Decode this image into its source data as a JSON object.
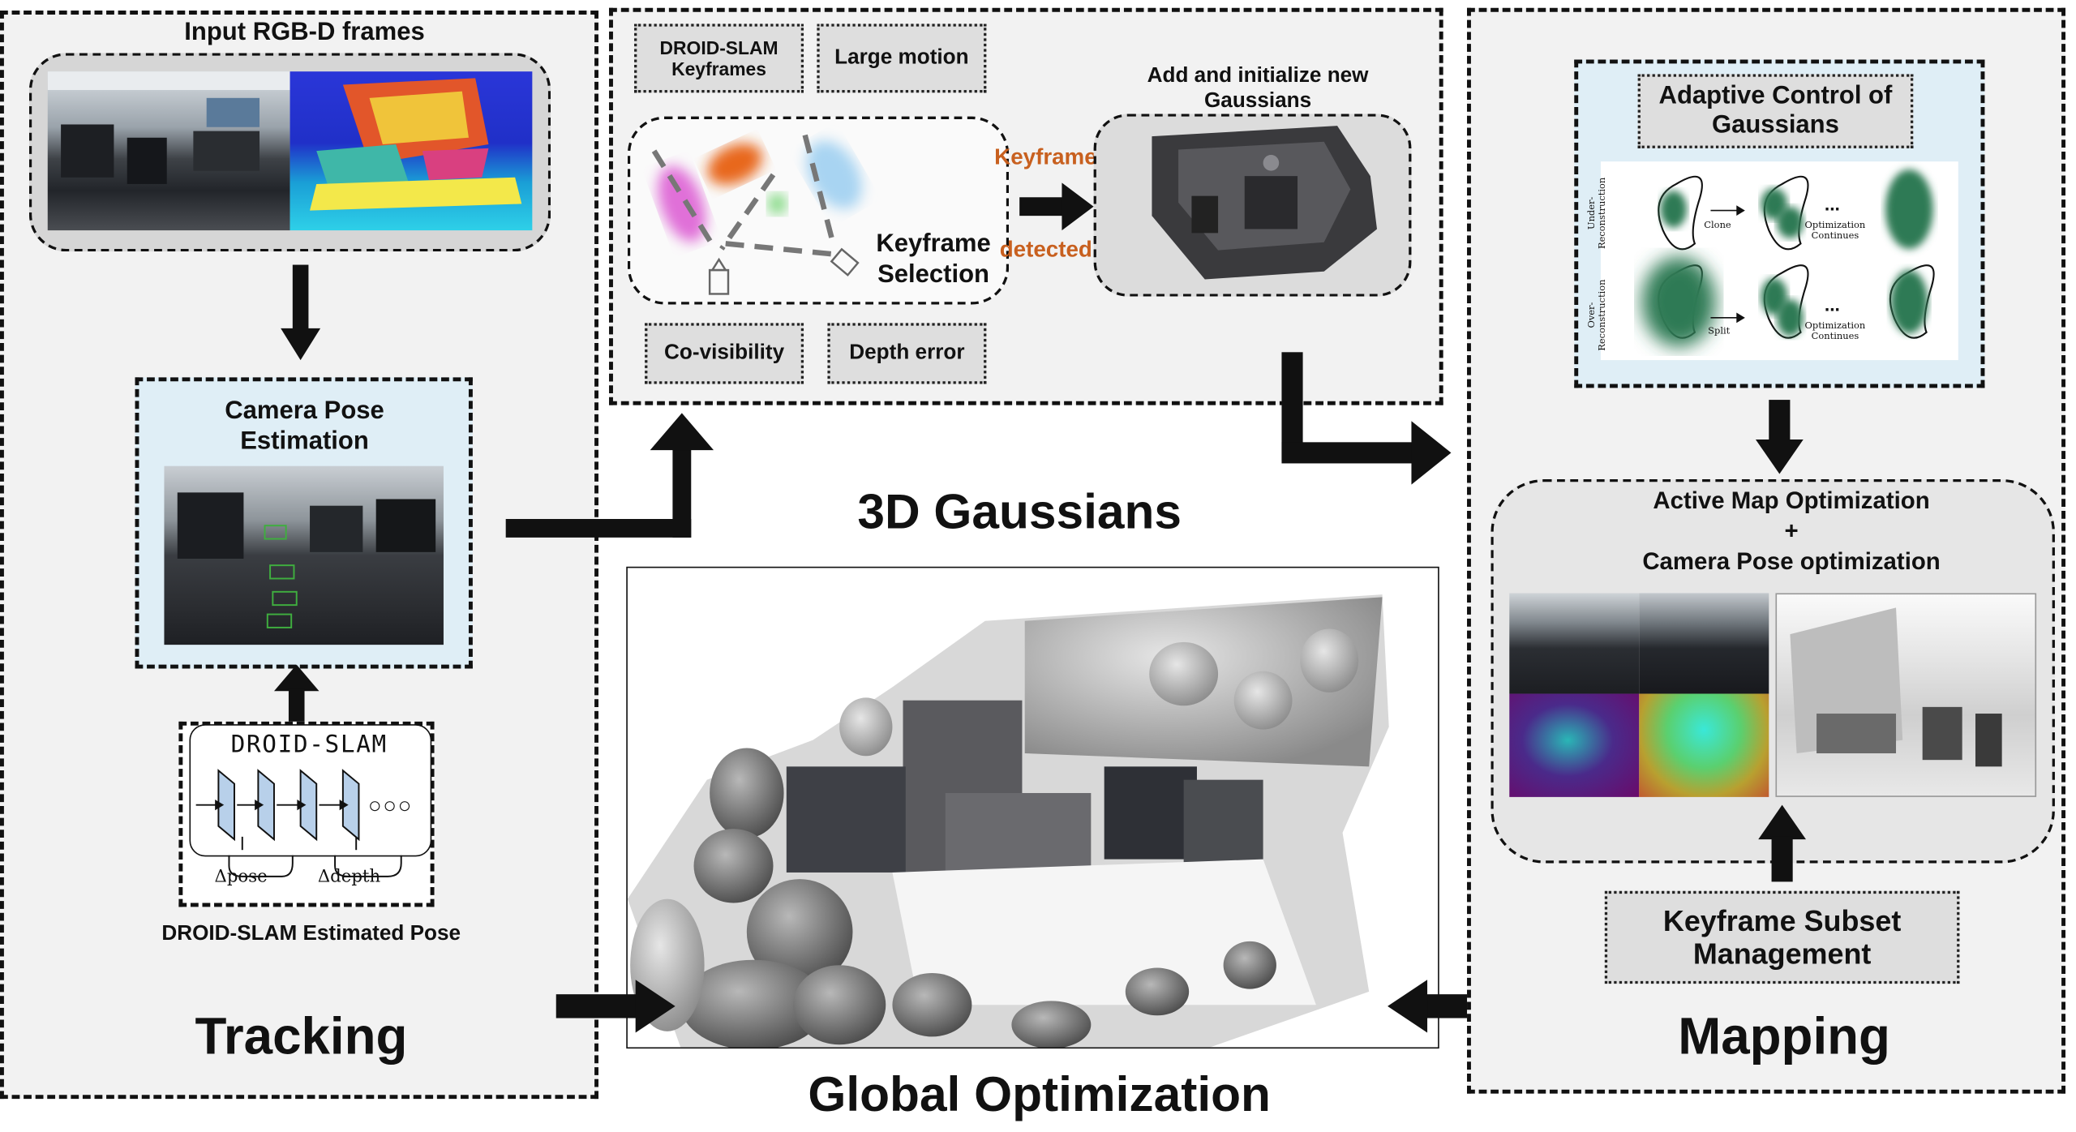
{
  "tracking": {
    "title": "Tracking",
    "input_label": "Input RGB-D frames",
    "pose_label": "Camera Pose Estimation",
    "droid_box_label": "DROID-SLAM",
    "delta_pose": "Δpose",
    "delta_depth": "Δdepth",
    "droid_caption": "DROID-SLAM Estimated Pose",
    "dots": "○○○"
  },
  "keyframe": {
    "droid_keyframes": "DROID-SLAM Keyframes",
    "large_motion": "Large motion",
    "co_visibility": "Co-visibility",
    "depth_error": "Depth error",
    "selection": "Keyframe Selection",
    "detected_top": "Keyframe",
    "detected_bottom": "detected",
    "add_init": "Add and initialize new Gaussians"
  },
  "center": {
    "title": "3D Gaussians",
    "bottom_title": "Global Optimization"
  },
  "mapping": {
    "title": "Mapping",
    "adaptive": "Adaptive Control of Gaussians",
    "under": "Under-Reconstruction",
    "over": "Over-Reconstruction",
    "clone": "Clone",
    "split": "Split",
    "opt_continues": "Optimization Continues",
    "ellipsis": "...",
    "active_map": "Active Map Optimization",
    "plus": "+",
    "camera_opt": "Camera Pose optimization",
    "subset": "Keyframe Subset Management"
  },
  "colors": {
    "panel_bg": "#f2f2f2",
    "light_blue": "#dfeef6",
    "gray_box": "#dedede",
    "orange_text": "#c8601f",
    "green_gaussian": "#2f7a55"
  }
}
